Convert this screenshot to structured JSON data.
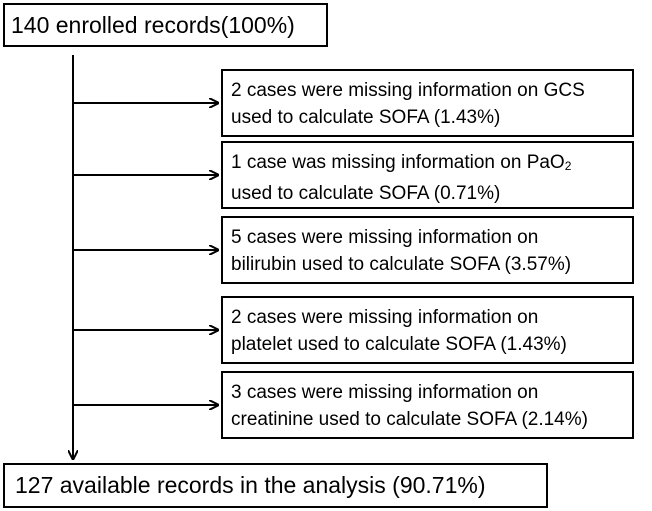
{
  "start": {
    "text": "140 enrolled records(100%)"
  },
  "exclusions": [
    {
      "line1": "2 cases were missing information on GCS",
      "line2": "used to calculate SOFA (1.43%)"
    },
    {
      "line1_prefix": "1 case was missing information on PaO",
      "line1_sub": "2",
      "line2": "used to calculate SOFA (0.71%)"
    },
    {
      "line1": "5 cases were missing information on",
      "line2": "bilirubin used to calculate SOFA (3.57%)"
    },
    {
      "line1": "2 cases were missing information on",
      "line2": "platelet used to calculate SOFA (1.43%)"
    },
    {
      "line1": "3 cases were missing information on",
      "line2": "creatinine used to calculate SOFA (2.14%)"
    }
  ],
  "end": {
    "text": "127 available records in the analysis (90.71%)"
  },
  "colors": {
    "stroke": "#000000",
    "background": "#ffffff"
  }
}
